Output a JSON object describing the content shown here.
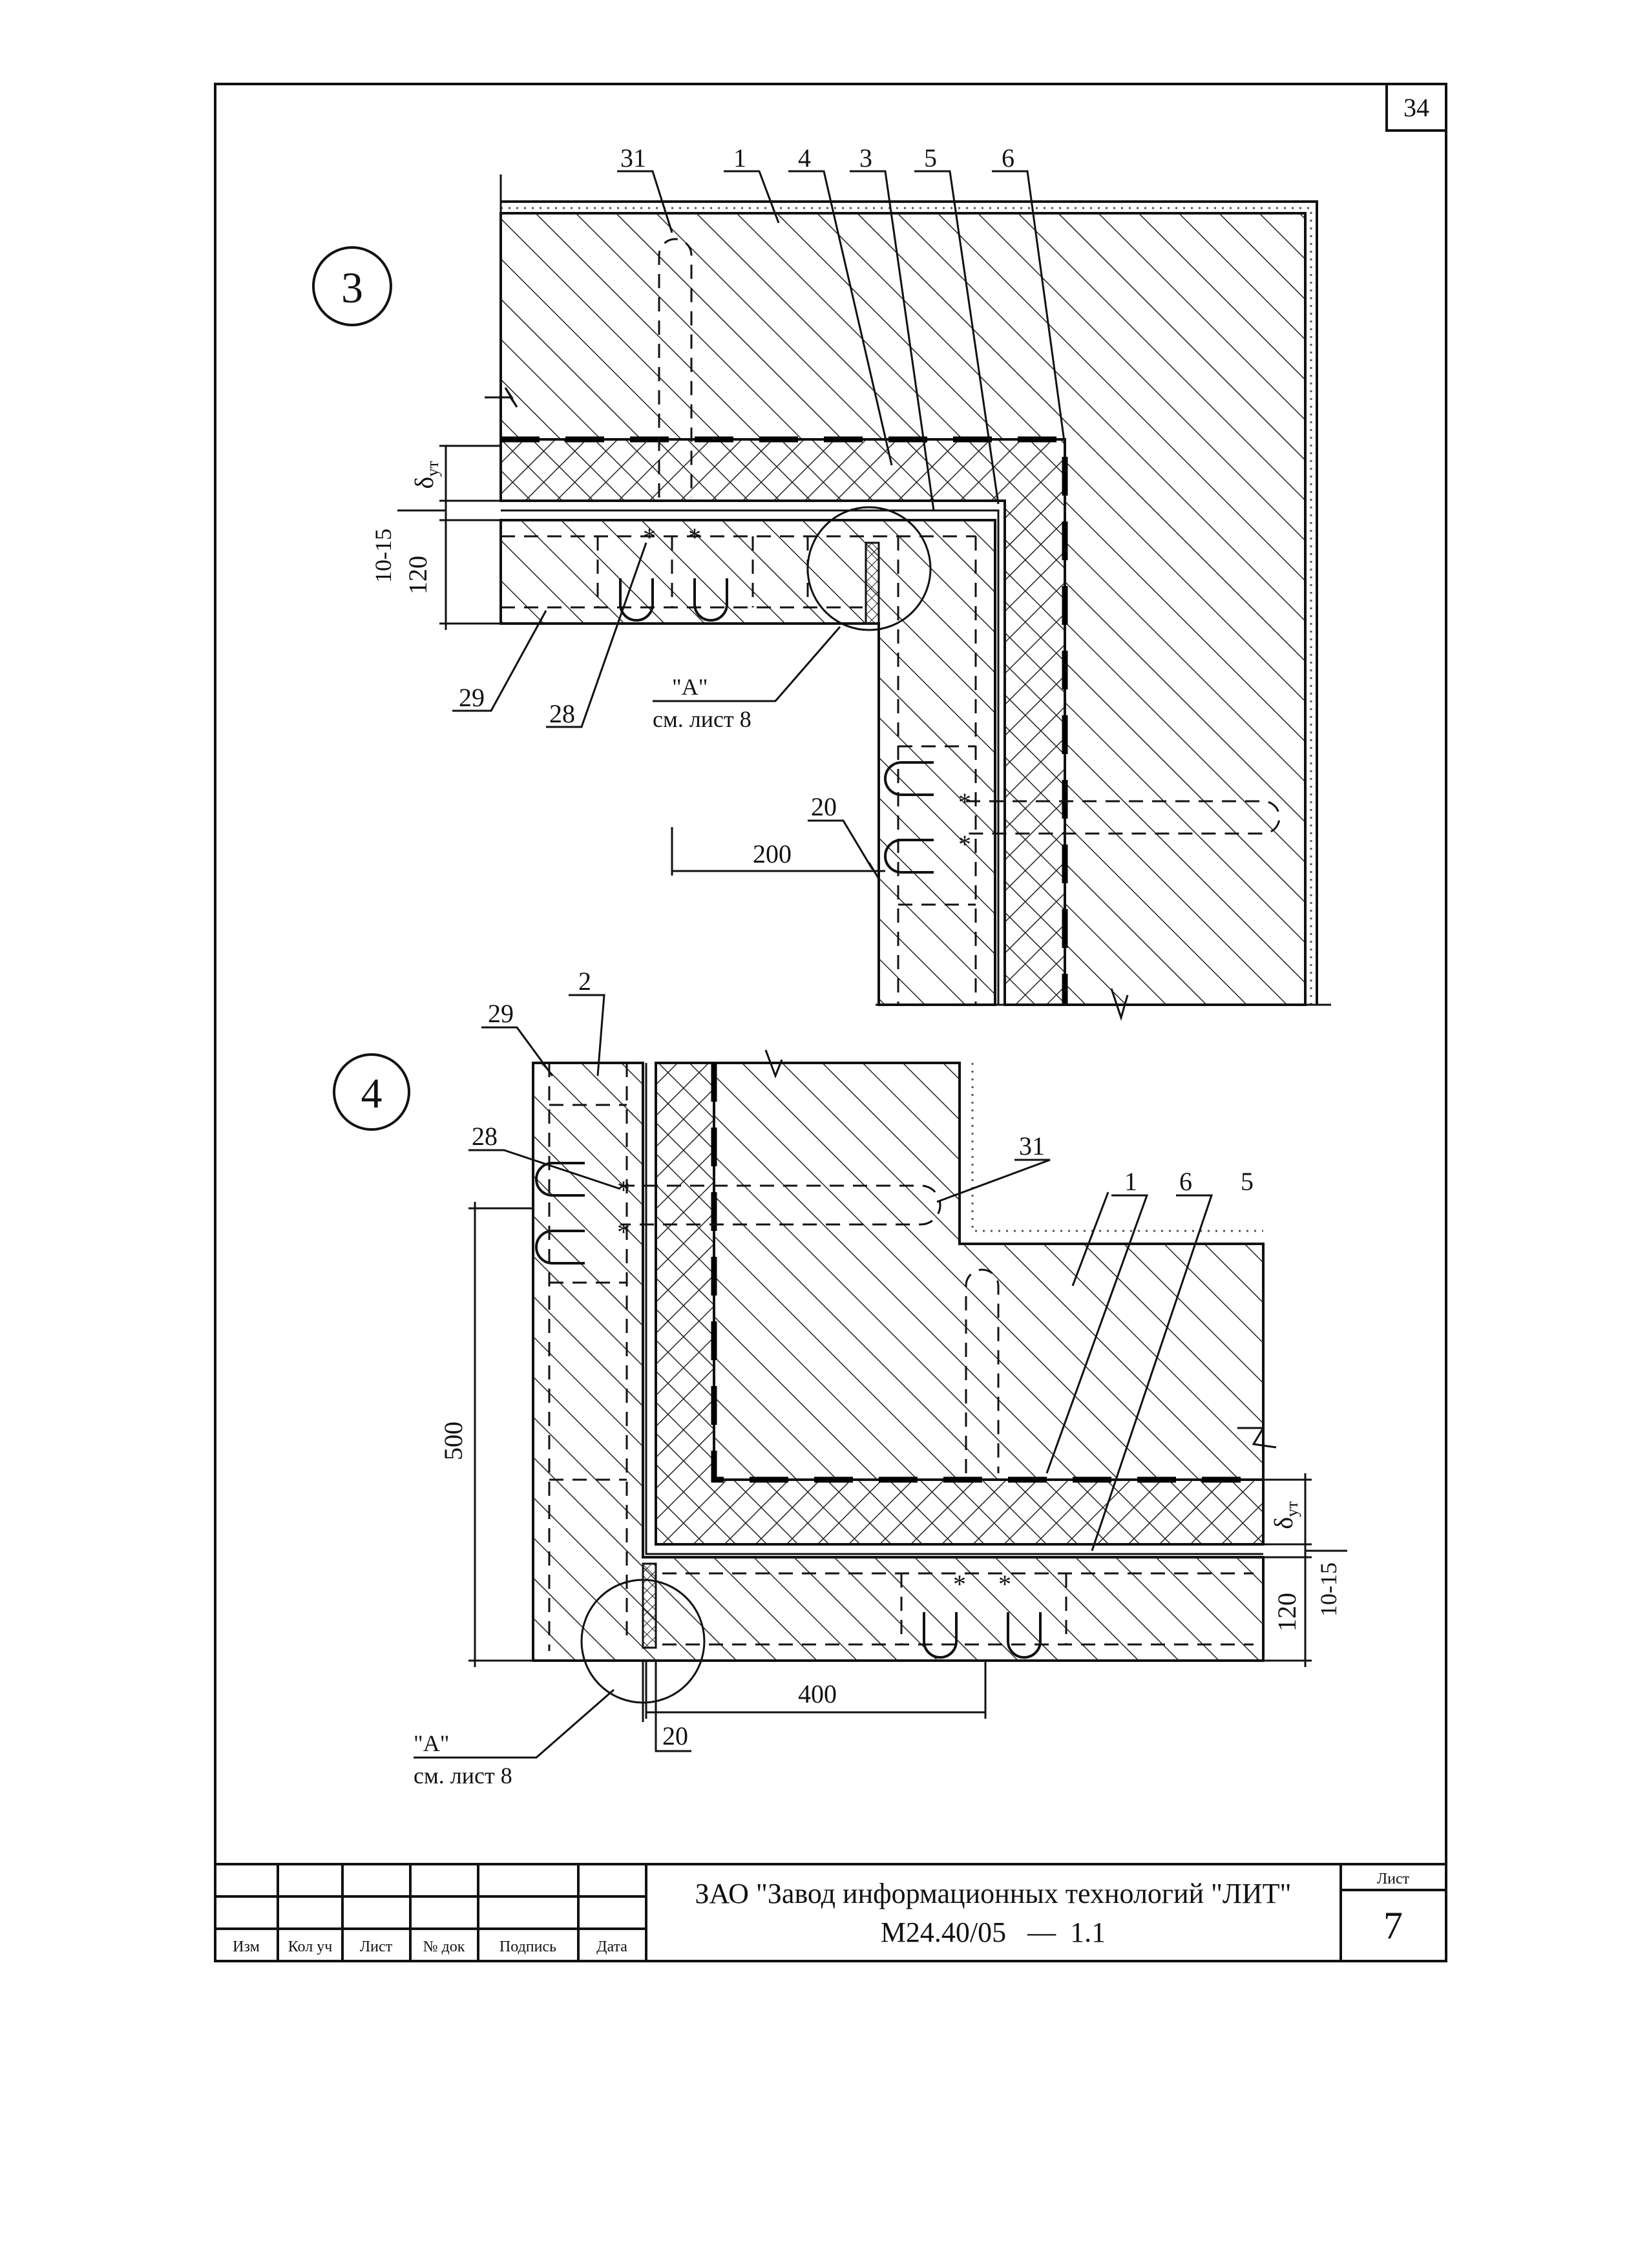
{
  "sheet_corner_number": "34",
  "detail_3": {
    "number": "3",
    "leaders": [
      "31",
      "1",
      "4",
      "3",
      "5",
      "6"
    ],
    "thickness_symbol": "δ",
    "thickness_symbol_sub": "ут",
    "dim_gap": "10-15",
    "dim_slab": "120",
    "label_29": "29",
    "label_28": "28",
    "callout_line1": "\"А\"",
    "callout_line2": "см. лист 8",
    "label_20": "20",
    "dim_200": "200"
  },
  "detail_4": {
    "number": "4",
    "label_29": "29",
    "label_2": "2",
    "label_28": "28",
    "label_31": "31",
    "label_1": "1",
    "label_6": "6",
    "label_5": "5",
    "dim_500": "500",
    "thickness_symbol": "δ",
    "thickness_symbol_sub": "ут",
    "dim_gap": "10-15",
    "dim_slab": "120",
    "dim_400": "400",
    "label_20": "20",
    "callout_line1": "\"А\"",
    "callout_line2": "см. лист 8"
  },
  "title_block": {
    "company": "ЗАО \"Завод информационных технологий \"ЛИТ\"",
    "document_code": "М24.40/05   —  1.1",
    "sheet_label": "Лист",
    "sheet_number": "7",
    "columns": [
      "Изм",
      "Кол уч",
      "Лист",
      "№ док",
      "Подпись",
      "Дата"
    ]
  }
}
